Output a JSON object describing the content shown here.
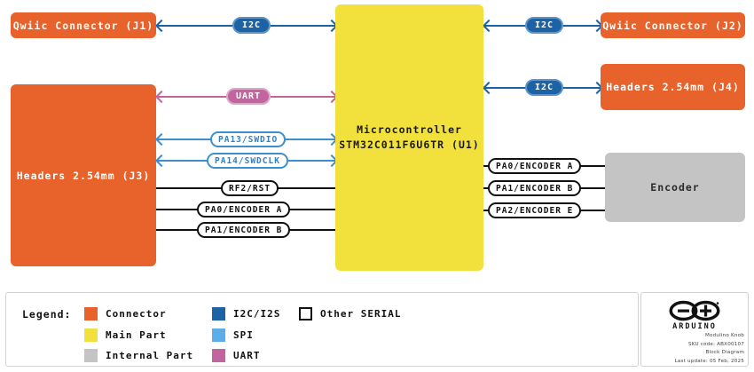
{
  "diagram": {
    "title": "Modulino Knob Block Diagram",
    "blocks": [
      {
        "id": "j1",
        "label": "Qwiic Connector (J1)",
        "kind": "connector"
      },
      {
        "id": "j3",
        "label": "Headers 2.54mm (J3)",
        "kind": "connector"
      },
      {
        "id": "mcu",
        "label_line1": "Microcontroller",
        "label_line2": "STM32C011F6U6TR (U1)",
        "kind": "main"
      },
      {
        "id": "j2",
        "label": "Qwiic Connector (J2)",
        "kind": "connector"
      },
      {
        "id": "j4",
        "label": "Headers 2.54mm (J4)",
        "kind": "connector"
      },
      {
        "id": "enc",
        "label": "Encoder",
        "kind": "internal"
      }
    ],
    "connections": [
      {
        "from": "j1",
        "to": "mcu",
        "label": "I2C",
        "bus": "i2c",
        "arrows": "both"
      },
      {
        "from": "j3",
        "to": "mcu",
        "label": "UART",
        "bus": "uart",
        "arrows": "both"
      },
      {
        "from": "j3",
        "to": "mcu",
        "label": "PA13/SWDIO",
        "bus": "spi",
        "arrows": "both"
      },
      {
        "from": "j3",
        "to": "mcu",
        "label": "PA14/SWDCLK",
        "bus": "spi",
        "arrows": "both"
      },
      {
        "from": "j3",
        "to": "mcu",
        "label": "RF2/RST",
        "bus": "other",
        "arrows": "none"
      },
      {
        "from": "j3",
        "to": "mcu",
        "label": "PA0/ENCODER A",
        "bus": "other",
        "arrows": "none"
      },
      {
        "from": "j3",
        "to": "mcu",
        "label": "PA1/ENCODER B",
        "bus": "other",
        "arrows": "none"
      },
      {
        "from": "mcu",
        "to": "j2",
        "label": "I2C",
        "bus": "i2c",
        "arrows": "both"
      },
      {
        "from": "mcu",
        "to": "j4",
        "label": "I2C",
        "bus": "i2c",
        "arrows": "both"
      },
      {
        "from": "mcu",
        "to": "enc",
        "label": "PA0/ENCODER A",
        "bus": "other",
        "arrows": "none"
      },
      {
        "from": "mcu",
        "to": "enc",
        "label": "PA1/ENCODER B",
        "bus": "other",
        "arrows": "none"
      },
      {
        "from": "mcu",
        "to": "enc",
        "label": "PA2/ENCODER E",
        "bus": "other",
        "arrows": "none"
      }
    ]
  },
  "legend": {
    "title": "Legend:",
    "items": [
      {
        "label": "Connector",
        "color": "#E8622C",
        "style": "fill"
      },
      {
        "label": "Main Part",
        "color": "#F2E13C",
        "style": "fill"
      },
      {
        "label": "Internal Part",
        "color": "#C4C4C4",
        "style": "fill"
      },
      {
        "label": "I2C/I2S",
        "color": "#1C62A5",
        "style": "fill"
      },
      {
        "label": "SPI",
        "color": "#5BAEE8",
        "style": "fill"
      },
      {
        "label": "UART",
        "color": "#C2649E",
        "style": "fill"
      },
      {
        "label": "Other SERIAL",
        "color": "#FFFFFF",
        "style": "outline"
      }
    ]
  },
  "meta": {
    "brand": "ARDUINO",
    "product": "Modulino Knob",
    "sku": "SKU code: ABX00107",
    "doc_type": "Block Diagram",
    "last_update": "Last update: 05 Feb, 2025"
  }
}
